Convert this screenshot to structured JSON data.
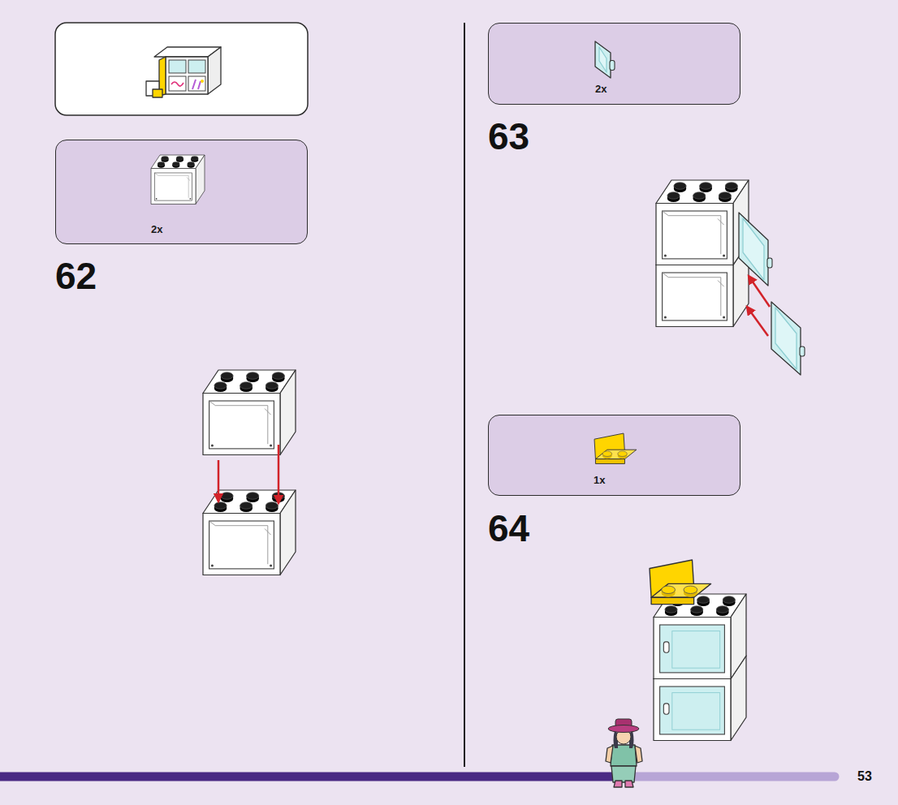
{
  "diagram": {
    "nodes": [
      {
        "text": [
          "2x"
        ]
      },
      {
        "text": [
          "2x"
        ]
      },
      {
        "text": [
          "1x"
        ]
      }
    ],
    "labels": [
      "62",
      "63",
      "64",
      "53"
    ]
  }
}
